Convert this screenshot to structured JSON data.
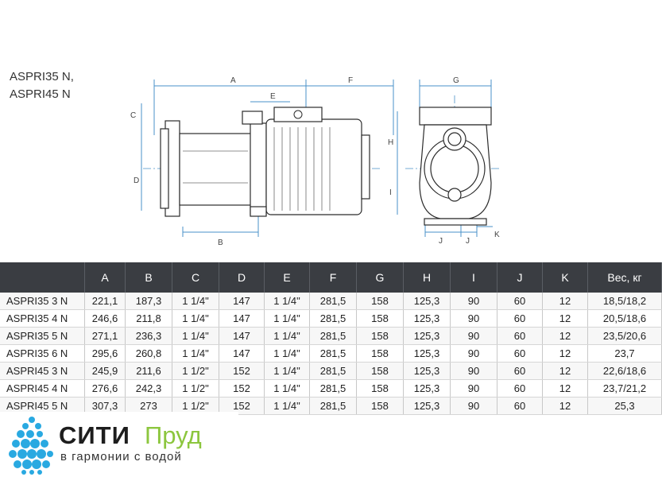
{
  "title": {
    "line1": "ASPRI35 N,",
    "line2": "ASPRI45 N"
  },
  "drawing": {
    "labels": {
      "a": "A",
      "f": "F",
      "e": "E",
      "c": "C",
      "d": "D",
      "b": "B",
      "g": "G",
      "h": "H",
      "i": "I",
      "j1": "J",
      "j2": "J",
      "k": "K"
    }
  },
  "table": {
    "headers": [
      "",
      "A",
      "B",
      "C",
      "D",
      "E",
      "F",
      "G",
      "H",
      "I",
      "J",
      "K",
      "Вес, кг"
    ],
    "rows": [
      [
        "ASPRI35 3 N",
        "221,1",
        "187,3",
        "1 1/4\"",
        "147",
        "1 1/4\"",
        "281,5",
        "158",
        "125,3",
        "90",
        "60",
        "12",
        "18,5/18,2"
      ],
      [
        "ASPRI35 4 N",
        "246,6",
        "211,8",
        "1 1/4\"",
        "147",
        "1 1/4\"",
        "281,5",
        "158",
        "125,3",
        "90",
        "60",
        "12",
        "20,5/18,6"
      ],
      [
        "ASPRI35 5 N",
        "271,1",
        "236,3",
        "1 1/4\"",
        "147",
        "1 1/4\"",
        "281,5",
        "158",
        "125,3",
        "90",
        "60",
        "12",
        "23,5/20,6"
      ],
      [
        "ASPRI35 6 N",
        "295,6",
        "260,8",
        "1 1/4\"",
        "147",
        "1 1/4\"",
        "281,5",
        "158",
        "125,3",
        "90",
        "60",
        "12",
        "23,7"
      ],
      [
        "ASPRI45 3 N",
        "245,9",
        "211,6",
        "1 1/2\"",
        "152",
        "1 1/4\"",
        "281,5",
        "158",
        "125,3",
        "90",
        "60",
        "12",
        "22,6/18,6"
      ],
      [
        "ASPRI45 4 N",
        "276,6",
        "242,3",
        "1 1/2\"",
        "152",
        "1 1/4\"",
        "281,5",
        "158",
        "125,3",
        "90",
        "60",
        "12",
        "23,7/21,2"
      ],
      [
        "ASPRI45 5 N",
        "307,3",
        "273",
        "1 1/2\"",
        "152",
        "1 1/4\"",
        "281,5",
        "158",
        "125,3",
        "90",
        "60",
        "12",
        "25,3"
      ]
    ]
  },
  "logo": {
    "brand": "СИТИ",
    "brand_accent": "Пруд",
    "slogan": "в гармонии с водой",
    "colors": {
      "dots": "#29a9e1",
      "accent": "#8cc63e"
    }
  }
}
